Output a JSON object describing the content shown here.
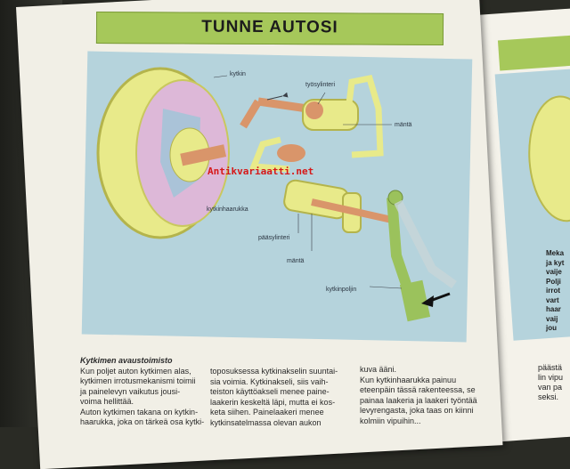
{
  "page": {
    "banner_title": "TUNNE AUTOSI",
    "watermark": "Antikvariaatti.net"
  },
  "diagram": {
    "labels": {
      "kytkin": "kytkin",
      "tyosylinteri": "työsylinteri",
      "manta_top": "mäntä",
      "kytkinhaarukka": "kytkinhaarukka",
      "paasylinteri": "pääsylinteri",
      "manta_bottom": "mäntä",
      "kytkinpoljin": "kytkinpoljin"
    }
  },
  "text": {
    "col1_heading": "Kytkimen avaustoimisto",
    "col1_lines": [
      "Kun poljet auton kytkimen alas,",
      "kytkimen irrotusmekanismi toimii",
      "ja painelevyn vaikutus jousi-",
      "voima hellittää.",
      "Auton kytkimen takana on kytkin-",
      "haarukka, joka on tärkeä osa kytki-"
    ],
    "col2_lines": [
      "toposuksessa kytkinakselin suuntai-",
      "sia voimia. Kytkinakseli, siis vaih-",
      "teiston käyttöakseli menee paine-",
      "laakerin keskeltä läpi, mutta ei kos-",
      "keta siihen. Painelaakeri menee",
      "kytkinsatelmassa olevan aukon"
    ],
    "col3_lines": [
      "kuva ääni.",
      "Kun kytkinhaarukka painuu",
      "eteenpäin tässä rakenteessa, se",
      "painaa laakeria ja laakeri työntää",
      "levyrengasta, joka taas on kiinni",
      "kolmiin vipuihin..."
    ],
    "right_col_lines": [
      "Meka",
      "ja kyt",
      "vaije",
      "Polji",
      "irrot",
      "vart",
      "haar",
      "vaij",
      "jou"
    ],
    "right_bottom_lines": [
      "päästä",
      "lin vipu",
      "van pa",
      "seksi."
    ]
  },
  "colors": {
    "banner": "#a6c85a",
    "diagram_bg": "#b5d3dc",
    "housing": "#e8ea8a",
    "rod": "#d9956a",
    "watermark": "#d61818"
  }
}
